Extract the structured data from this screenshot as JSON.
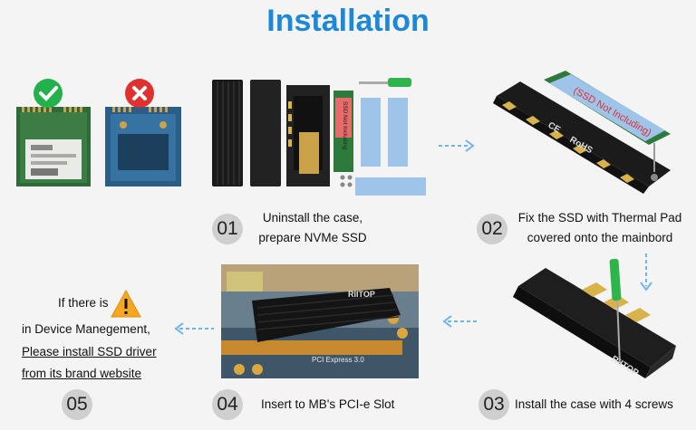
{
  "title": "Installation",
  "steps": [
    {
      "number": "01",
      "lines": [
        "Uninstall the case,",
        "prepare NVMe SSD"
      ]
    },
    {
      "number": "02",
      "lines": [
        "Fix the SSD with Thermal Pad",
        "covered onto the mainbord"
      ]
    },
    {
      "number": "03",
      "lines": [
        "Install the case with 4 screws"
      ]
    },
    {
      "number": "04",
      "lines": [
        "Insert to MB's PCI-e Slot"
      ]
    },
    {
      "number": "05",
      "lines": [
        "If there is",
        "in Device Manegement,",
        "Please install SSD driver",
        "from its brand website"
      ]
    }
  ],
  "photo_labels": {
    "ssd_not_including_small": "SSD Not Including",
    "ssd_not_including": "(SSD Not Including)",
    "brand": "RIITOP",
    "rohs": "RoHS",
    "ce": "CE",
    "pci_express": "PCI Express 3.0"
  },
  "icons": [
    "check-icon",
    "cross-icon",
    "warning-icon",
    "arrow-right-icon",
    "arrow-down-icon",
    "arrow-left-icon"
  ],
  "colors": {
    "title": "#1e88d8",
    "arrow": "#6fb4e8",
    "check": "#22b14c",
    "cross": "#e03030",
    "warning": "#f5a623"
  }
}
